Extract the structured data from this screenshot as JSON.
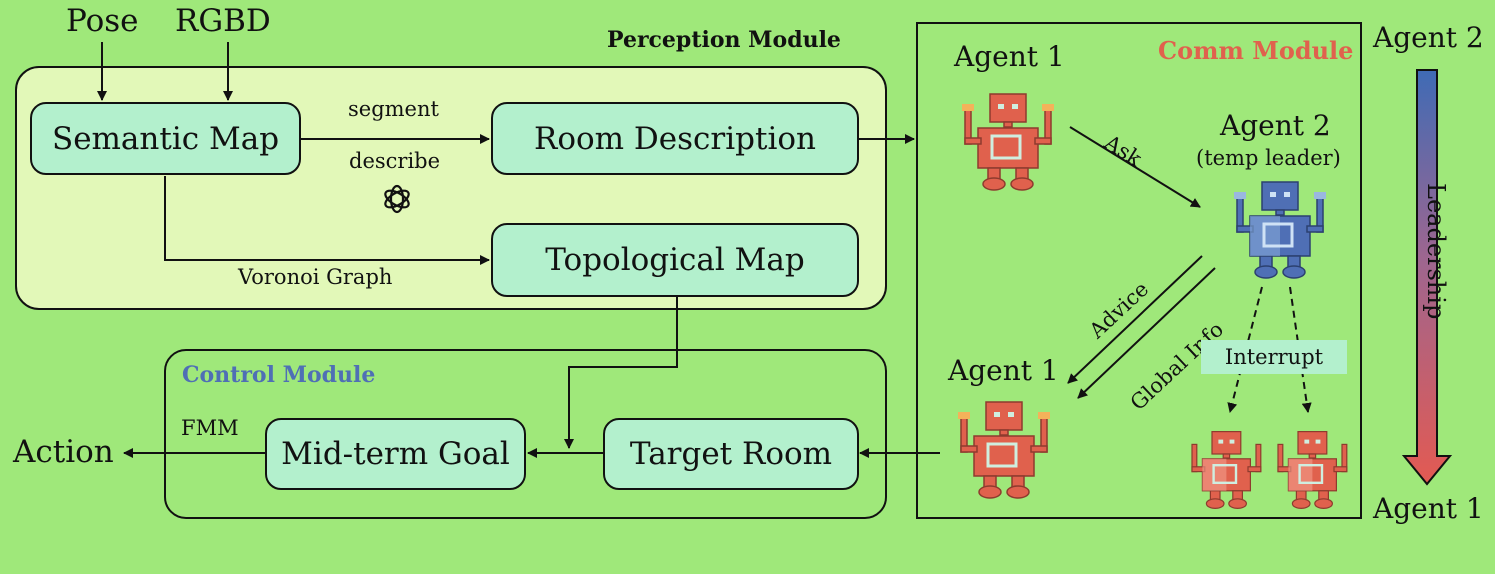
{
  "inputs": {
    "pose": "Pose",
    "rgbd": "RGBD"
  },
  "perception": {
    "title": "Perception Module",
    "semantic_map": "Semantic Map",
    "room_description": "Room Description",
    "topological_map": "Topological Map",
    "edge_segment": "segment",
    "edge_describe": "describe",
    "edge_voronoi": "Voronoi Graph",
    "llm_icon": "openai-logo-icon"
  },
  "control": {
    "title": "Control Module",
    "mid_term_goal": "Mid-term Goal",
    "target_room": "Target Room",
    "edge_fmm": "FMM",
    "output": "Action"
  },
  "comm": {
    "title": "Comm Module",
    "agent1_top": "Agent 1",
    "agent2": "Agent 2",
    "agent2_role": "(temp leader)",
    "agent1_bottom": "Agent 1",
    "ask": "Ask",
    "advice": "Advice",
    "global_info": "Global Info",
    "interrupt": "Interrupt"
  },
  "leadership": {
    "top": "Agent 2",
    "label": "Leadership",
    "bottom": "Agent 1"
  },
  "colors": {
    "background": "#9fe87a",
    "perception_fill": "#e2f8b8",
    "box_fill": "#b3f0cd",
    "agent1_red": "#e0614d",
    "agent2_blue": "#4f6fb5",
    "comm_title": "#e0614d",
    "control_title": "#4f6fb5"
  }
}
